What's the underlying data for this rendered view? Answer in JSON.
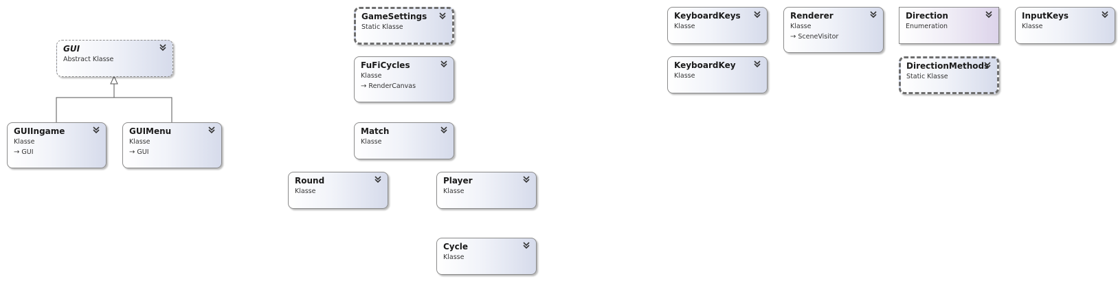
{
  "nodes": [
    {
      "id": "gui",
      "title": "GUI",
      "kind": "Abstract Klasse",
      "inherits": ""
    },
    {
      "id": "guiingame",
      "title": "GUIIngame",
      "kind": "Klasse",
      "inherits": "GUI"
    },
    {
      "id": "guimenu",
      "title": "GUIMenu",
      "kind": "Klasse",
      "inherits": "GUI"
    },
    {
      "id": "gamesettings",
      "title": "GameSettings",
      "kind": "Static Klasse",
      "inherits": ""
    },
    {
      "id": "fuficycles",
      "title": "FuFiCycles",
      "kind": "Klasse",
      "inherits": "RenderCanvas"
    },
    {
      "id": "match",
      "title": "Match",
      "kind": "Klasse",
      "inherits": ""
    },
    {
      "id": "round",
      "title": "Round",
      "kind": "Klasse",
      "inherits": ""
    },
    {
      "id": "player",
      "title": "Player",
      "kind": "Klasse",
      "inherits": ""
    },
    {
      "id": "cycle",
      "title": "Cycle",
      "kind": "Klasse",
      "inherits": ""
    },
    {
      "id": "keyboardkeys",
      "title": "KeyboardKeys",
      "kind": "Klasse",
      "inherits": ""
    },
    {
      "id": "keyboardkey",
      "title": "KeyboardKey",
      "kind": "Klasse",
      "inherits": ""
    },
    {
      "id": "renderer",
      "title": "Renderer",
      "kind": "Klasse",
      "inherits": "SceneVisitor"
    },
    {
      "id": "direction",
      "title": "Direction",
      "kind": "Enumeration",
      "inherits": ""
    },
    {
      "id": "directionmethods",
      "title": "DirectionMethods",
      "kind": "Static Klasse",
      "inherits": ""
    },
    {
      "id": "inputkeys",
      "title": "InputKeys",
      "kind": "Klasse",
      "inherits": ""
    }
  ],
  "colors": {
    "border": "#8a8a8a",
    "static_border": "#6e6e6e",
    "class_gradient_end": "#d6dbeb",
    "enum_gradient_end": "#dcd3ea",
    "connector": "#555555"
  },
  "icons": {
    "collapse": "double-chevron-down-icon",
    "inherit": "inherit-arrow-icon"
  }
}
